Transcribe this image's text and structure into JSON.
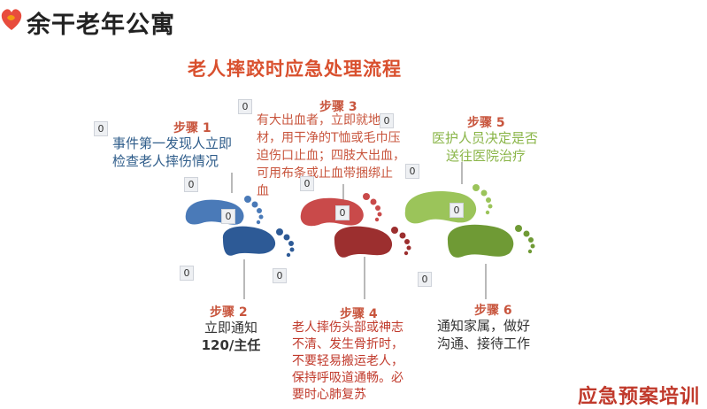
{
  "header": {
    "logo_text": "余干老年公寓",
    "logo_icon": "heart-leaf-logo-icon"
  },
  "title": "老人摔跤时应急处理流程",
  "steps": [
    {
      "label": "步骤 1",
      "lines": [
        "事件第一发现人立即",
        "检查老人摔伤情况"
      ],
      "color": "#2e5c8a"
    },
    {
      "label": "步骤 2",
      "lines": [
        "立即通知",
        "120/主任"
      ],
      "color": "#333333"
    },
    {
      "label": "步骤 3",
      "lines": [
        "有大出血者，立即就地取",
        "材，用干净的T恤或毛巾压",
        "迫伤口止血；四肢大出血，",
        "可用布条或止血带捆绑止",
        "血"
      ],
      "color": "#c8553d"
    },
    {
      "label": "步骤 4",
      "lines": [
        "老人摔伤头部或神志",
        "不清、发生骨折时，",
        "不要轻易搬运老人，",
        "保持呼吸道通畅。必",
        "要时心肺复苏"
      ],
      "color": "#c0392b"
    },
    {
      "label": "步骤 5",
      "lines": [
        "医护人员决定是否",
        "送往医院治疗"
      ],
      "color": "#8ab548"
    },
    {
      "label": "步骤 6",
      "lines": [
        "通知家属，做好",
        "沟通、接待工作"
      ],
      "color": "#333333"
    }
  ],
  "zero_value": "0",
  "bottom_banner": "应急预案培训",
  "colors": {
    "blue_foot": "#4a7ab8",
    "blue_foot_dark": "#2d5a96",
    "red_foot": "#c94a4a",
    "red_foot_dark": "#9c2f2f",
    "green_foot": "#9bc45a",
    "green_foot_dark": "#6f9a35"
  }
}
